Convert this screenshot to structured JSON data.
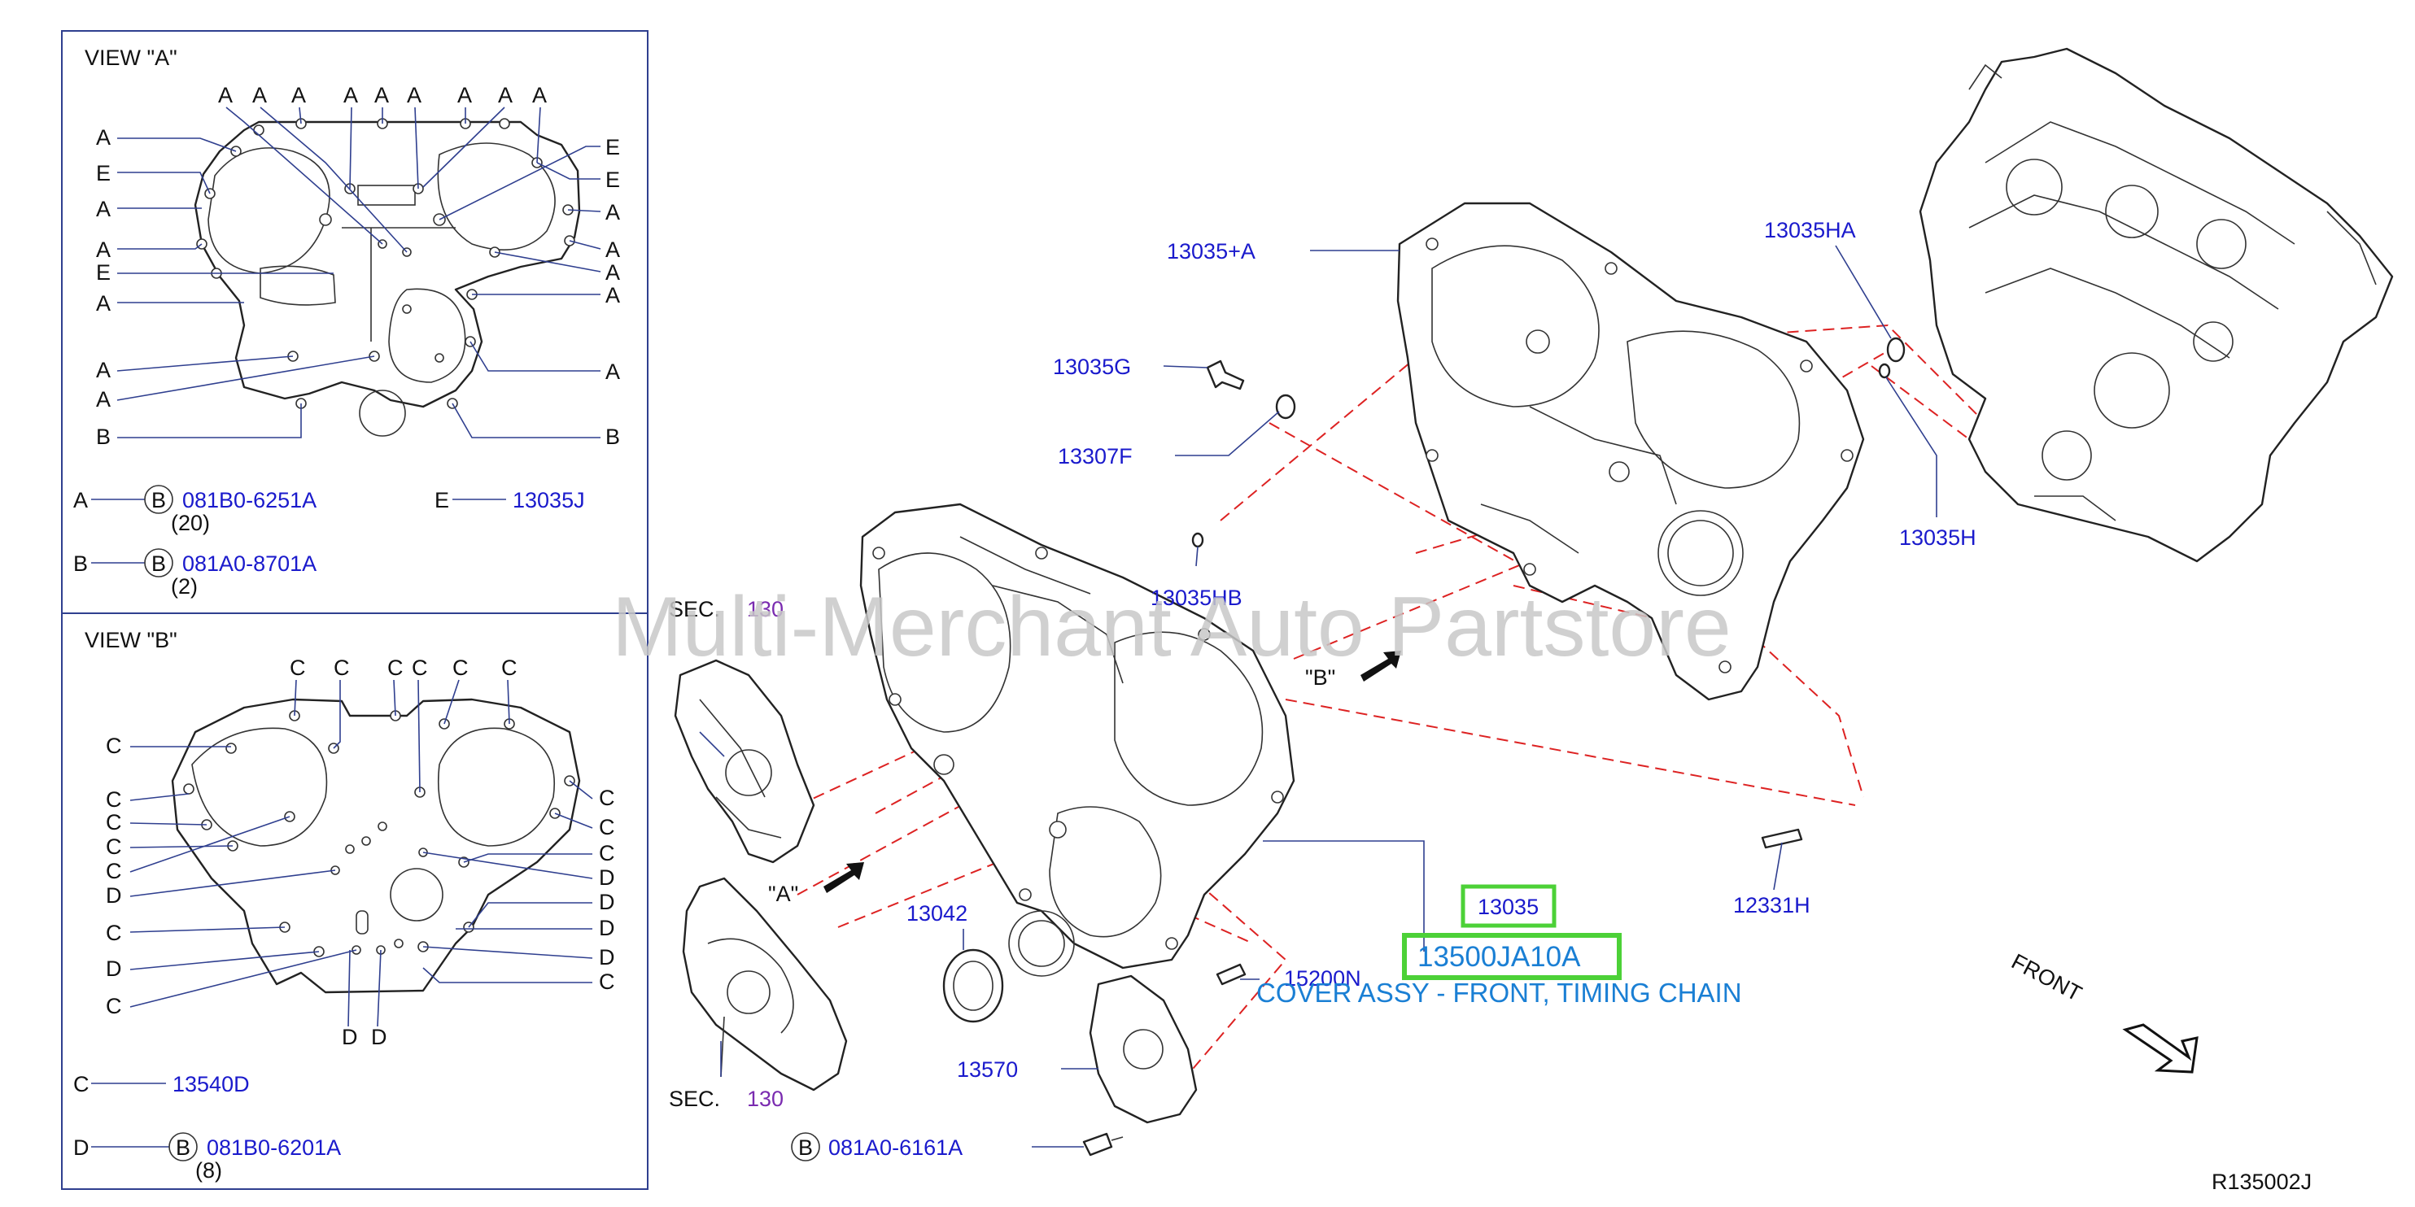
{
  "view_a": {
    "title": "VIEW   \"A\"",
    "top_letters": [
      "A",
      "A",
      "A",
      "A",
      "A",
      "A",
      "A",
      "A",
      "A"
    ],
    "left_letters": [
      "A",
      "E",
      "A",
      "A",
      "E",
      "A",
      "A",
      "A",
      "B"
    ],
    "right_letters": [
      "E",
      "E",
      "A",
      "A",
      "A",
      "A",
      "A",
      "B"
    ],
    "legend": [
      {
        "letter": "A",
        "bolt": "B",
        "part": "081B0-6251A",
        "qty": "(20)"
      },
      {
        "letter": "B",
        "bolt": "B",
        "part": "081A0-8701A",
        "qty": "(2)"
      },
      {
        "letter": "E",
        "part": "13035J"
      }
    ]
  },
  "view_b": {
    "title": "VIEW   \"B\"",
    "top_letters": [
      "C",
      "C",
      "C",
      "C",
      "C",
      "C"
    ],
    "left_letters": [
      "C",
      "C",
      "C",
      "C",
      "C",
      "D",
      "C",
      "D",
      "C"
    ],
    "right_letters": [
      "C",
      "C",
      "C",
      "D",
      "D",
      "D",
      "D",
      "C"
    ],
    "bottom_letters": [
      "D",
      "D"
    ],
    "legend": [
      {
        "letter": "C",
        "part": "13540D"
      },
      {
        "letter": "D",
        "bolt": "B",
        "part": "081B0-6201A",
        "qty": "(8)"
      }
    ]
  },
  "callouts": {
    "p13035_plus_a": "13035+A",
    "p13035g": "13035G",
    "p13307f": "13307F",
    "p13035hb": "13035HB",
    "p13035ha": "13035HA",
    "p13035h": "13035H",
    "p13035": "13035",
    "p13042": "13042",
    "p15200n": "15200N",
    "p13570": "13570",
    "p12331h": "12331H",
    "bolt_b": "B",
    "p081a0_6161a": "081A0-6161A"
  },
  "sec_top": {
    "label": "SEC.",
    "num": "130"
  },
  "sec_bottom": {
    "label": "SEC.",
    "num": "130"
  },
  "arrow_a_label": "\"A\"",
  "arrow_b_label": "\"B\"",
  "highlight": {
    "part_number": "13500JA10A",
    "description": "COVER ASSY - FRONT, TIMING CHAIN",
    "accent": "#4cd137"
  },
  "front_label": "FRONT",
  "watermark": "Multi-Merchant Auto Partstore",
  "ref_code": "R135002J",
  "colors": {
    "part_text": "#1a1acc",
    "sec_text": "#7a2bb0",
    "dashed": "#dd2222",
    "highlight_box": "#4cd137",
    "desc_text": "#1a7fd4",
    "watermark": "#c8c8c8"
  }
}
